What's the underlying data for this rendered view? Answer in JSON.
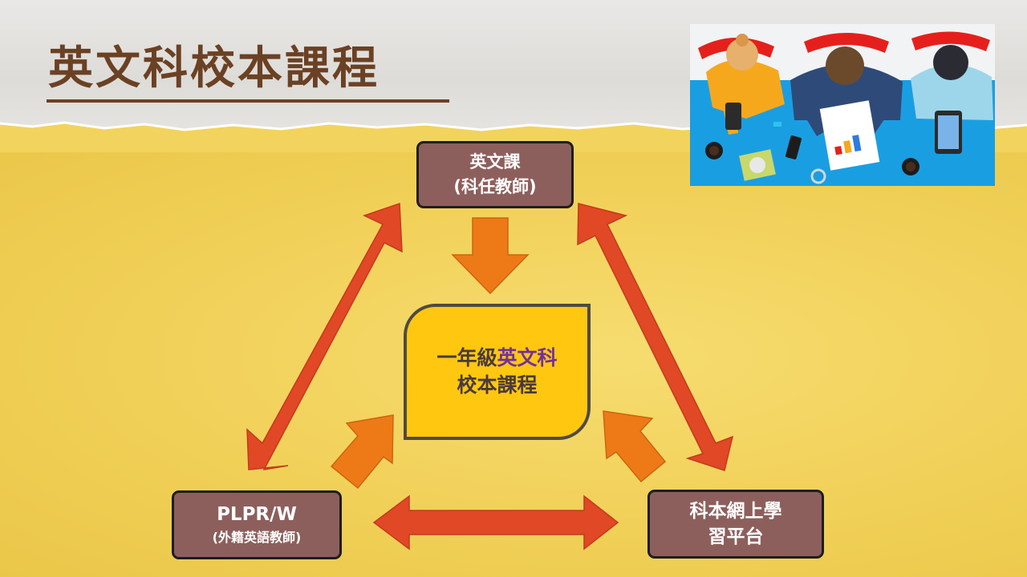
{
  "slide": {
    "title": "英文科校本課程"
  },
  "diagram": {
    "top_box": {
      "line1": "英文課",
      "line2": "(科任教師)"
    },
    "left_box": {
      "line1": "PLPR/W",
      "line2": "(外籍英語教師)"
    },
    "right_box": {
      "line1": "科本網上學",
      "line2": "習平台"
    },
    "center_box": {
      "line1_plain": "一年級",
      "line1_highlight": "英文科",
      "line2": "校本課程"
    }
  },
  "colors": {
    "title": "#6b4124",
    "box_fill": "#8d5f5c",
    "center_fill": "#ffc710",
    "center_highlight": "#7030a0",
    "arrow_red": "#e04826",
    "arrow_orange": "#ed7a16",
    "background_yellow": "#f1d058"
  },
  "illustration": {
    "description_icon": "people-working-at-desk-illustration"
  }
}
